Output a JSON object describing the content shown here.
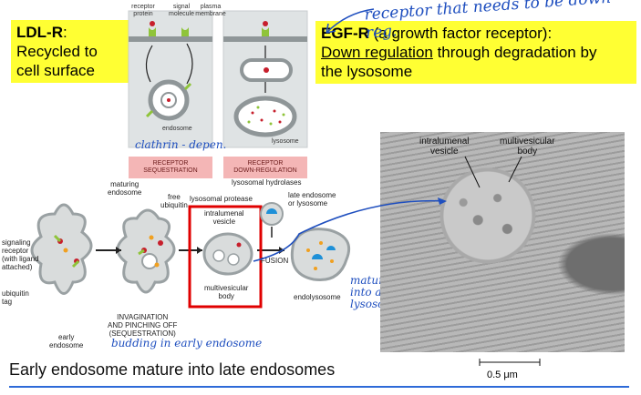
{
  "callouts": {
    "ldlr_title": "LDL-R",
    "ldlr_colon": ":",
    "ldlr_line1": "Recycled to",
    "ldlr_line2": "cell surface",
    "egfr_title": "EGF-R",
    "egfr_rest": " (a growth factor receptor):",
    "egfr_underlined": "Down regulation",
    "egfr_line2_rest": " through degradation by",
    "egfr_line3": "the lysosome"
  },
  "top_panels": {
    "label_receptor": "receptor",
    "label_protein": "protein",
    "label_signal": "signal",
    "label_molecule": "molecule",
    "label_plasma": "plasma",
    "label_membrane": "membrane",
    "label_endosome": "endosome",
    "label_lysosome": "lysosome",
    "left_footer_line1": "RECEPTOR",
    "left_footer_line2": "SEQUESTRATION",
    "right_footer_line1": "RECEPTOR",
    "right_footer_line2": "DOWN-REGULATION"
  },
  "pathway": {
    "signaling_receptor": [
      "signaling",
      "receptor",
      "(with ligand",
      "attached)"
    ],
    "ubiquitin_tag": [
      "ubiquitin",
      "tag"
    ],
    "early_endosome": [
      "early",
      "endosome"
    ],
    "maturing_endosome": [
      "maturing",
      "endosome"
    ],
    "free_ubiquitin": [
      "free",
      "ubiquitin"
    ],
    "invagination": [
      "INVAGINATION",
      "AND PINCHING OFF",
      "(SEQUESTRATION)"
    ],
    "lysosomal_hydrolases": "lysosomal hydrolases",
    "lysosomal_protease": "lysosomal protease",
    "intralumenal_vesicle": [
      "intralumenal",
      "vesicle"
    ],
    "multivesicular_body": [
      "multivesicular",
      "body"
    ],
    "late_endosome": [
      "late endosome",
      "or lysosome"
    ],
    "fusion": "FUSION",
    "endolysosome": "endolysosome"
  },
  "micrograph": {
    "label_intralumenal": [
      "intralumenal",
      "vesicle"
    ],
    "label_mvb": [
      "multivesicular",
      "body"
    ],
    "scale": "0.5 μm"
  },
  "handwritten": {
    "top_note": "receptor that needs to be down reg.",
    "clathrin": "clathrin - depen.",
    "matures": [
      "matures",
      "into a",
      "lysosome"
    ],
    "budding": "budding in early endosome"
  },
  "caption": "Early endosome mature into late endosomes",
  "colors": {
    "callout_bg": "#ffff33",
    "ink": "#1f4fbf",
    "footer_bg": "#f4b6b6",
    "highlight_box": "#e00000",
    "rule": "#2e6ad8"
  }
}
